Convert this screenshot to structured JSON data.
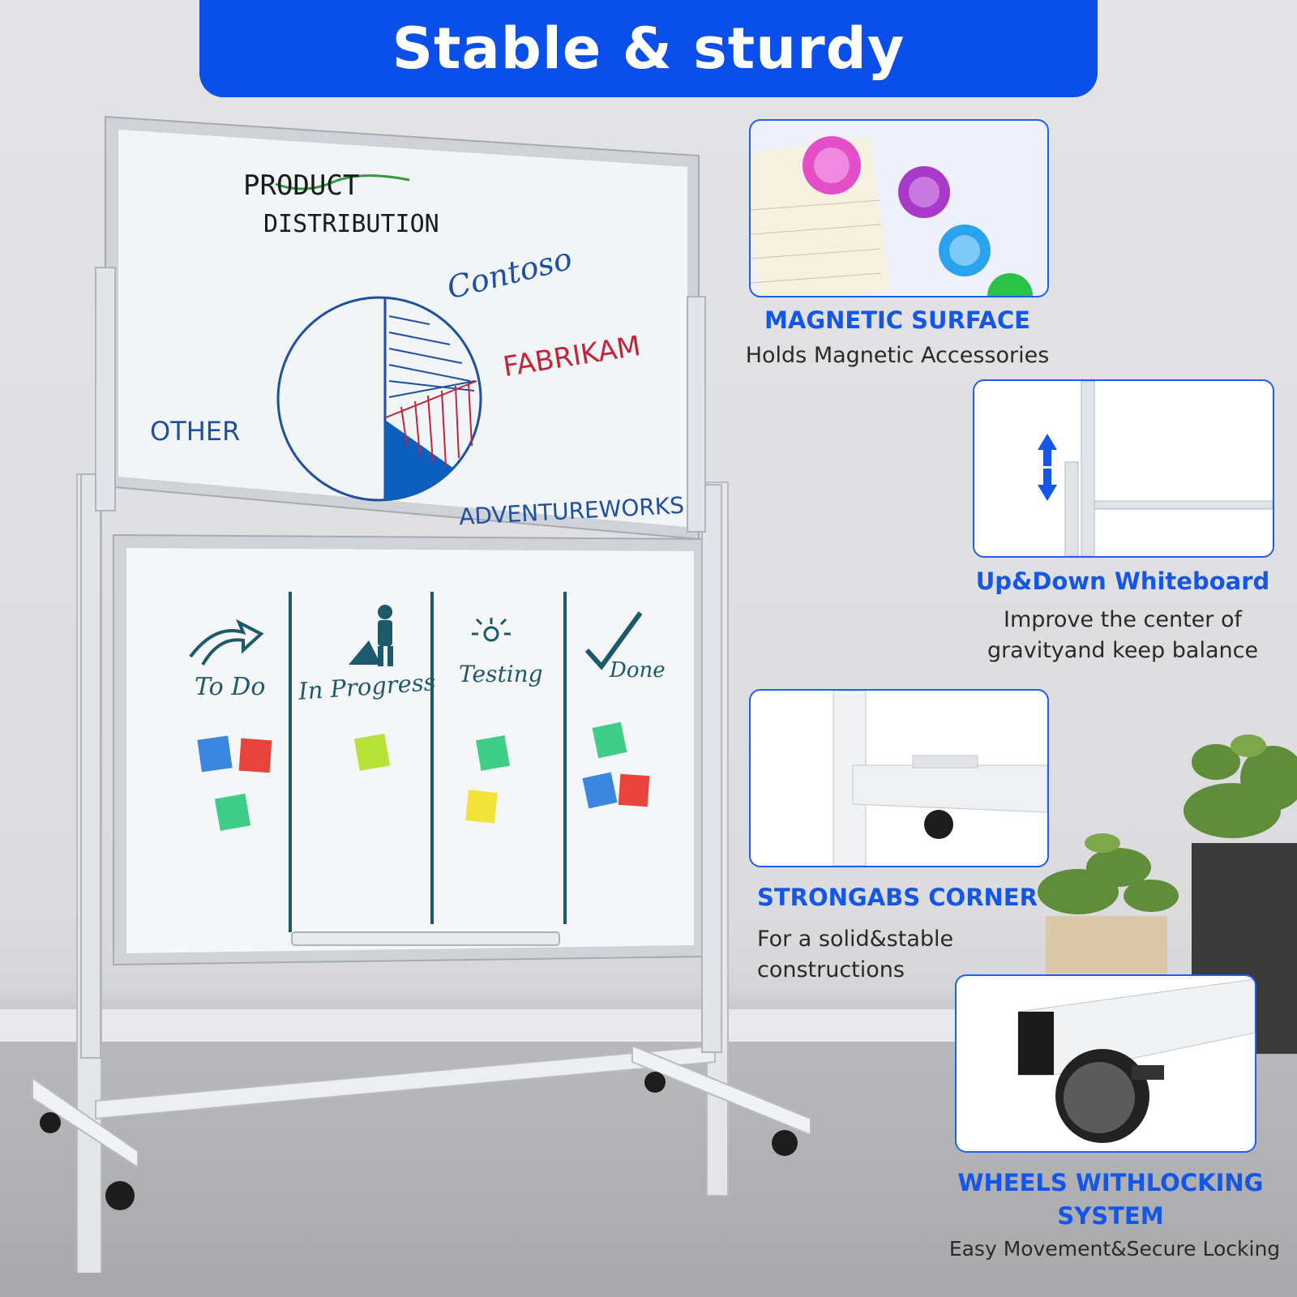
{
  "banner": {
    "title": "Stable & sturdy"
  },
  "whiteboard_top": {
    "title_line1": "PRODUCT",
    "title_line2": "DISTRIBUTION",
    "labels": {
      "contoso": "Contoso",
      "fabrikam": "FABRIKAM",
      "other": "OTHER",
      "adventureworks": "ADVENTUREWORKS"
    }
  },
  "whiteboard_bottom": {
    "columns": [
      "To Do",
      "In Progress",
      "Testing",
      "Done"
    ]
  },
  "features": [
    {
      "title": "MAGNETIC SURFACE",
      "lines": [
        "Holds Magnetic Accessories"
      ]
    },
    {
      "title": "Up&Down Whiteboard",
      "lines": [
        "Improve the center of",
        "gravityand keep balance"
      ]
    },
    {
      "title": "STRONGABS CORNER",
      "lines": [
        "For a solid&stable",
        "constructions"
      ]
    },
    {
      "title": "WHEELS WITHLOCKING",
      "title2": "SYSTEM",
      "lines": [
        "Easy Movement&Secure Locking"
      ]
    }
  ],
  "colors": {
    "accent": "#0a4fea",
    "caption_blue": "#1456e8",
    "marker_blue": "#1f4fa0",
    "marker_red": "#c0253a",
    "marker_teal": "#1c5a6b"
  },
  "icons": [
    "up-down-arrow-icon",
    "to-do-arrow-icon",
    "worker-icon",
    "bug-icon",
    "checkmark-icon"
  ]
}
